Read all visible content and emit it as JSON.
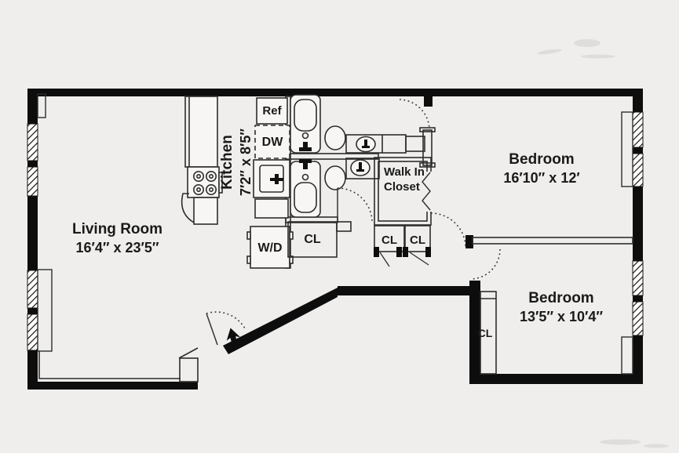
{
  "plan": {
    "living_room": {
      "name": "Living Room",
      "dims": "16′4″ x 23′5″"
    },
    "kitchen": {
      "name": "Kitchen",
      "dims": "7′2″ x 8′5″"
    },
    "bedroom_primary": {
      "name": "Bedroom",
      "dims": "16′10″ x 12′"
    },
    "bedroom_second": {
      "name": "Bedroom",
      "dims": "13′5″ x 10′4″"
    },
    "walk_in_closet": {
      "name": "Walk In Closet"
    },
    "labels": {
      "ref": "Ref",
      "dw": "DW",
      "wd": "W/D",
      "cl_center": "CL",
      "cl_hall_left": "CL",
      "cl_hall_right": "CL",
      "cl_bedroom": "CL"
    }
  },
  "icons": [
    "stove-icon",
    "refrigerator-box",
    "dishwasher-box",
    "kitchen-sink-icon",
    "washer-dryer-box",
    "bathtub-icon",
    "toilet-icon",
    "bath-sink-icon",
    "entry-arrow-icon",
    "window-hatch",
    "door-swing-arc",
    "accordion-door-icon",
    "radiator"
  ],
  "colors": {
    "background": "#efeeec",
    "walls": "#0d0d0d",
    "lines": "#2d2d2d",
    "text": "#1a1a1a"
  }
}
